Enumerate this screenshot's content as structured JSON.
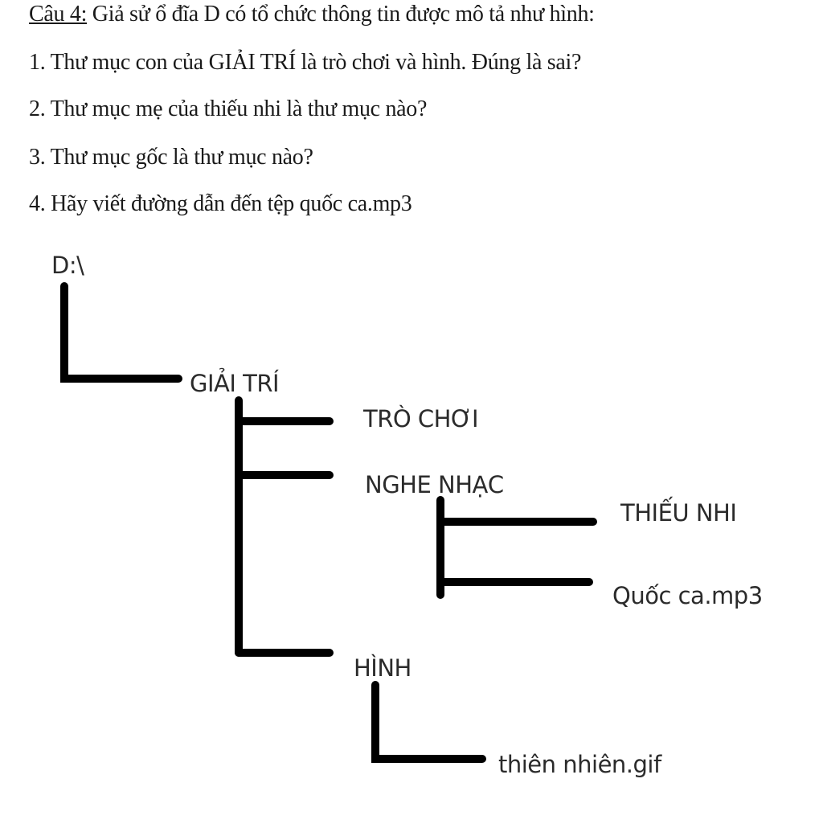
{
  "question": {
    "label": "Câu 4:",
    "intro": " Giả sử ổ đĩa D có tổ chức thông tin được mô tả như hình:",
    "items": [
      "1. Thư mục con của GIẢI TRÍ là trò chơi và hình. Đúng là sai?",
      "2. Thư mục mẹ của thiếu nhi là thư mục nào?",
      "3. Thư mục gốc là thư mục nào?",
      "4. Hãy viết đường dẫn đến tệp quốc ca.mp3"
    ]
  },
  "tree": {
    "root": "D:\\",
    "giai_tri": "GIẢI TRÍ",
    "tro_choi": "TRÒ CHƠI",
    "nghe_nhac": "NGHE NHẠC",
    "thieu_nhi": "THIẾU NHI",
    "quoc_ca": "Quốc ca.mp3",
    "hinh": "HÌNH",
    "thien_nhien": "thiên nhiên.gif"
  },
  "colors": {
    "line": "#000000",
    "text": "#2b2b2b"
  }
}
